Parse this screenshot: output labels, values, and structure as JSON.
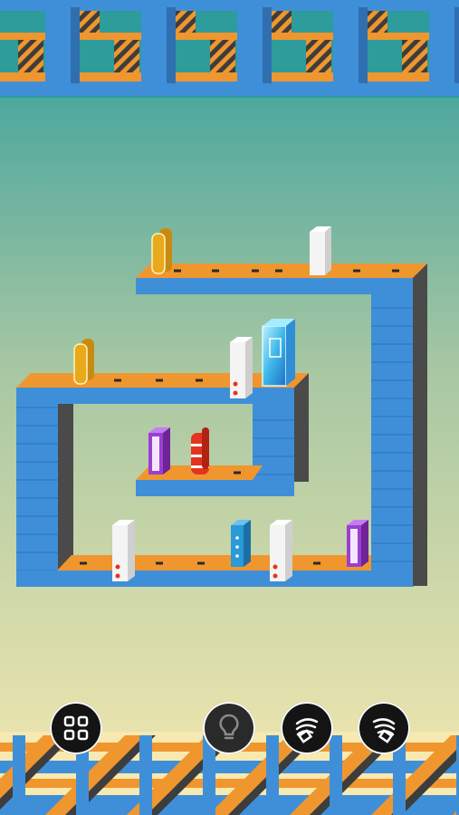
{
  "game": "domino-puzzle-level",
  "colors": {
    "sky_top": "#2e9c9b",
    "sky_mid": "#b7cfa3",
    "sky_bottom": "#f7e9b0",
    "platform_top": "#f0962e",
    "platform_side": "#3f8fd8",
    "platform_dark": "#4a4a4a",
    "domino_white": "#f4f4f4",
    "domino_gold": "#e9a91d",
    "domino_purple": "#9b3fd1",
    "domino_red": "#e3341f",
    "domino_blue": "#2a9ad8",
    "portal_cyan": "#5ad0f0"
  },
  "controls": {
    "menu": {
      "icon": "grid-icon"
    },
    "hint": {
      "icon": "lightbulb-icon",
      "enabled": false
    },
    "undo": {
      "icon": "undo-domino-icon"
    },
    "redo": {
      "icon": "redo-domino-icon"
    }
  },
  "pieces": [
    {
      "kind": "gold",
      "icon": "gold-domino"
    },
    {
      "kind": "white",
      "icon": "white-domino"
    },
    {
      "kind": "gold",
      "icon": "gold-domino"
    },
    {
      "kind": "white",
      "icon": "white-domino-with-dots"
    },
    {
      "kind": "portal",
      "icon": "portal-cube"
    },
    {
      "kind": "purple",
      "icon": "purple-domino"
    },
    {
      "kind": "red",
      "icon": "red-striped-domino"
    },
    {
      "kind": "white",
      "icon": "white-domino-with-dots"
    },
    {
      "kind": "blue",
      "icon": "blue-domino-with-dots"
    },
    {
      "kind": "white",
      "icon": "white-domino-with-dots"
    },
    {
      "kind": "purple",
      "icon": "purple-domino"
    }
  ]
}
